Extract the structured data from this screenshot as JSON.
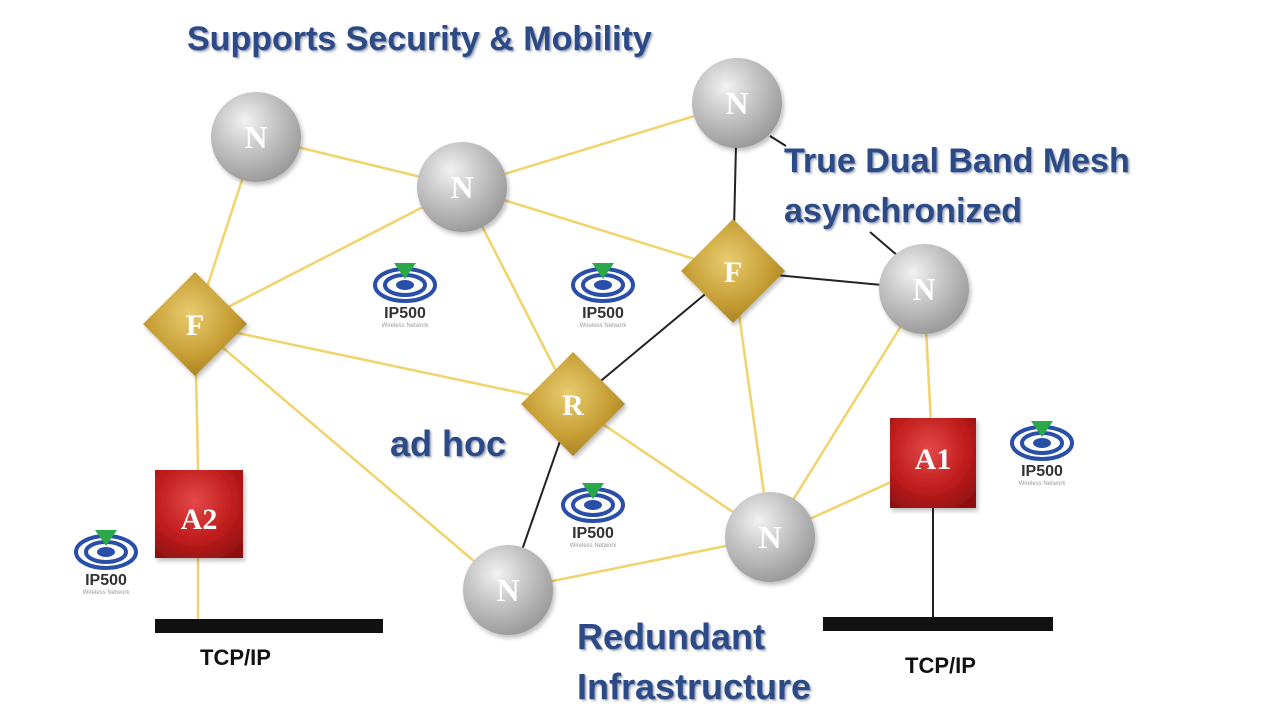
{
  "captions": {
    "security": "Supports Security & Mobility",
    "dual_band_line1": "True Dual Band Mesh",
    "dual_band_line2": "asynchronized",
    "ad_hoc": "ad hoc",
    "redundant_line1": "Redundant",
    "redundant_line2": "Infrastructure"
  },
  "tcp_labels": {
    "left": "TCP/IP",
    "right": "TCP/IP"
  },
  "logo": {
    "name": "IP500",
    "subtitle": "Wireless Network"
  },
  "nodes": [
    {
      "id": "n1",
      "type": "N",
      "label": "N"
    },
    {
      "id": "n2",
      "type": "N",
      "label": "N"
    },
    {
      "id": "n3",
      "type": "N",
      "label": "N"
    },
    {
      "id": "n4",
      "type": "N",
      "label": "N"
    },
    {
      "id": "n5",
      "type": "N",
      "label": "N"
    },
    {
      "id": "n6",
      "type": "N",
      "label": "N"
    },
    {
      "id": "f1",
      "type": "F",
      "label": "F"
    },
    {
      "id": "f2",
      "type": "F",
      "label": "F"
    },
    {
      "id": "r1",
      "type": "R",
      "label": "R"
    },
    {
      "id": "a1",
      "type": "A",
      "label": "A1"
    },
    {
      "id": "a2",
      "type": "A",
      "label": "A2"
    }
  ],
  "links": [
    {
      "from": "n1",
      "to": "n2",
      "kind": "wireless"
    },
    {
      "from": "n1",
      "to": "f1",
      "kind": "wireless"
    },
    {
      "from": "n2",
      "to": "n3",
      "kind": "wireless"
    },
    {
      "from": "n2",
      "to": "f1",
      "kind": "wireless"
    },
    {
      "from": "n2",
      "to": "f2",
      "kind": "wireless"
    },
    {
      "from": "n2",
      "to": "r1",
      "kind": "wireless"
    },
    {
      "from": "n3",
      "to": "f2",
      "kind": "wired"
    },
    {
      "from": "f1",
      "to": "r1",
      "kind": "wireless"
    },
    {
      "from": "f1",
      "to": "n5",
      "kind": "wireless"
    },
    {
      "from": "f1",
      "to": "a2",
      "kind": "wireless"
    },
    {
      "from": "f2",
      "to": "n4",
      "kind": "wired"
    },
    {
      "from": "f2",
      "to": "r1",
      "kind": "wired"
    },
    {
      "from": "f2",
      "to": "n6",
      "kind": "wireless"
    },
    {
      "from": "r1",
      "to": "n5",
      "kind": "wired"
    },
    {
      "from": "r1",
      "to": "n6",
      "kind": "wireless"
    },
    {
      "from": "n4",
      "to": "n6",
      "kind": "wireless"
    },
    {
      "from": "n4",
      "to": "a1",
      "kind": "wireless"
    },
    {
      "from": "n5",
      "to": "n6",
      "kind": "wireless"
    },
    {
      "from": "n6",
      "to": "a1",
      "kind": "wireless"
    }
  ],
  "colors": {
    "wireless_link": "#f2d36a",
    "wired_link": "#222222",
    "node_gray": "#c4c4c4",
    "diamond_gold": "#c9a33a",
    "access_red": "#c41f1f",
    "caption_blue": "#2c4a86",
    "logo_blue": "#2a4fa8",
    "logo_green": "#2aa84a",
    "bus_bar": "#111111"
  }
}
